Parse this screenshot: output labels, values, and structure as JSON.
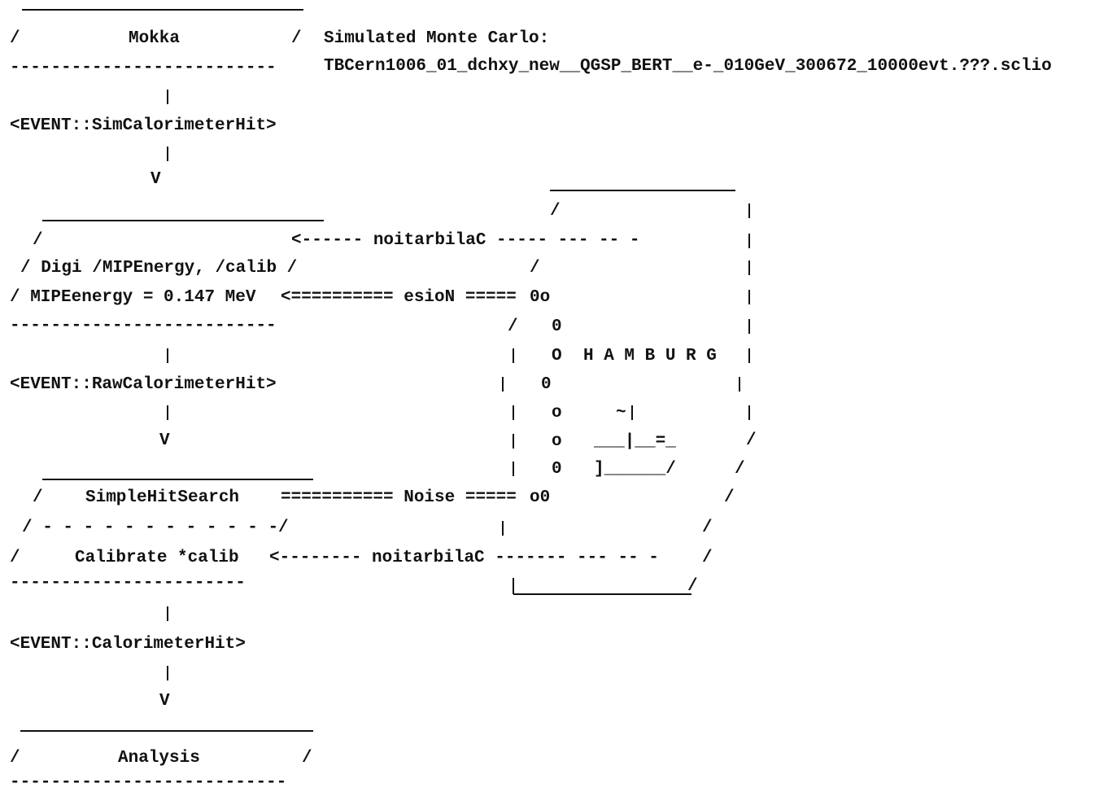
{
  "header": {
    "label": "Simulated Monte Carlo:",
    "file": "TBCern1006_01_dchxy_new__QGSP_BERT__e-_010GeV_300672_10000evt.???.sclio"
  },
  "flow": {
    "mokka": "Mokka",
    "sim_hit": "<EVENT::SimCalorimeterHit>",
    "arrow_v": "V",
    "digi": "/ Digi /MIPEnergy, /calib /",
    "mip": "/ MIPEenergy = 0.147 MeV",
    "raw_hit": "<EVENT::RawCalorimeterHit>",
    "simple_hit_search": "SimpleHitSearch",
    "calibrate": "Calibrate *calib",
    "calo_hit": "<EVENT::CalorimeterHit>",
    "analysis": "Analysis"
  },
  "links": {
    "calib_top": "<------ noitarbilaC ----- --- -- -",
    "noise_top": "<========== esioN =====",
    "noise_top_bubbles": "0o",
    "noise_bottom": "=========== Noise =====",
    "noise_bottom_bubbles": "o0",
    "calib_bottom": "<-------- noitarbilaC ------- --- -- -"
  },
  "hamburg": {
    "label": "H A M B U R G",
    "bubbles": [
      "0",
      "O",
      "0",
      "o",
      "o",
      "0"
    ],
    "tilde": "~"
  }
}
